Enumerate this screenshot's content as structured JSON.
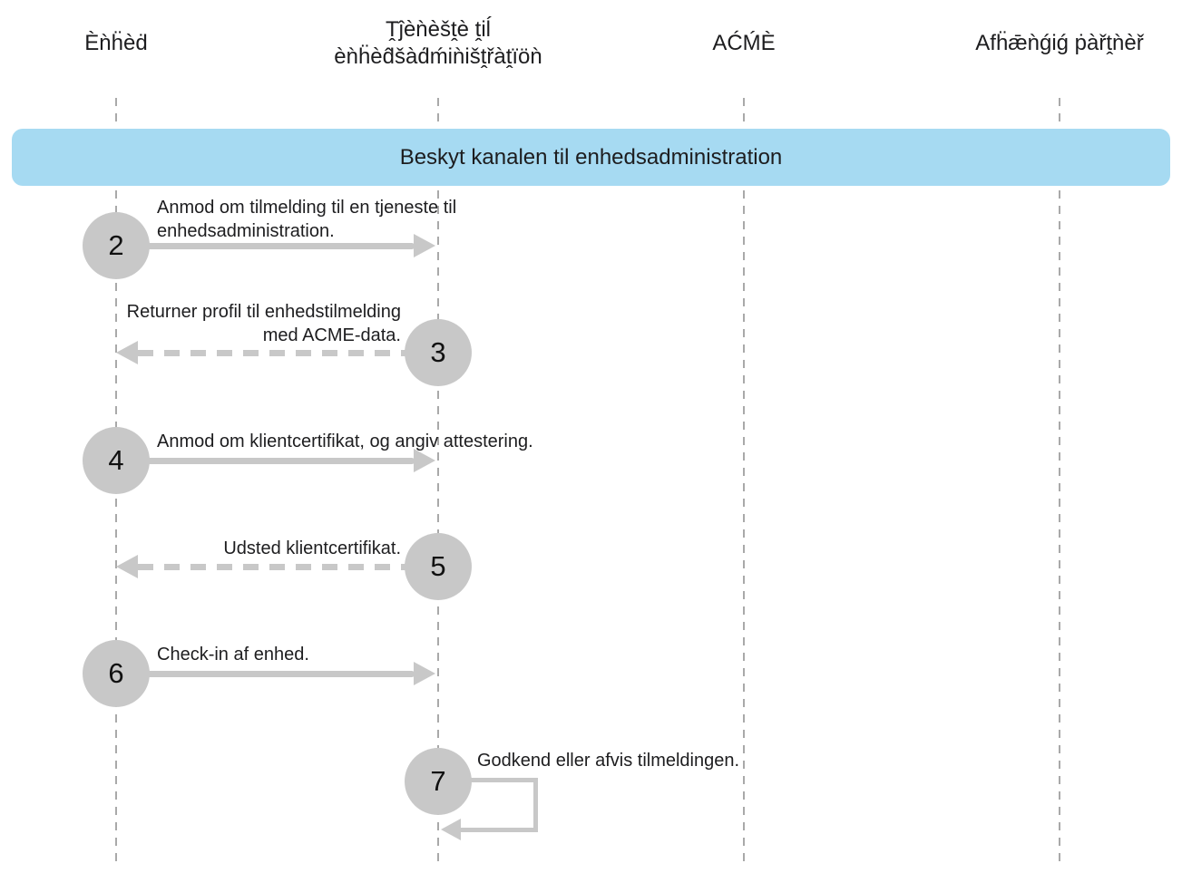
{
  "diagram": {
    "title_banner": "Beskyt kanalen til enhedsadministration",
    "actors": [
      {
        "id": "enhed",
        "lines": [
          "Èǹḧèḋ"
        ]
      },
      {
        "id": "tjeneste-til-enhedsadministration",
        "lines": [
          "Ṱĵèǹèšṱè ṱiĺ",
          "èǹḧèd̂šàd́ḿiǹišṱřàṱïöǹ"
        ]
      },
      {
        "id": "acme",
        "lines": [
          "AĆḾÈ"
        ]
      },
      {
        "id": "afhaengig-partner",
        "lines": [
          "Afḧǣǹǵiǵ ṗàřṱǹèř"
        ]
      }
    ],
    "steps": [
      {
        "number": "2",
        "from": "enhed",
        "to": "tjeneste-til-enhedsadministration",
        "style": "solid",
        "direction": "right",
        "text_lines": [
          "Anmod om tilmelding til en tjeneste til",
          "enhedsadministration."
        ]
      },
      {
        "number": "3",
        "from": "tjeneste-til-enhedsadministration",
        "to": "enhed",
        "style": "dashed",
        "direction": "left",
        "text_lines": [
          "Returner profil til enhedstilmelding",
          "med ACME-data."
        ]
      },
      {
        "number": "4",
        "from": "enhed",
        "to": "tjeneste-til-enhedsadministration",
        "style": "solid",
        "direction": "right",
        "text_lines": [
          "Anmod om klientcertifikat, og angiv attestering."
        ]
      },
      {
        "number": "5",
        "from": "tjeneste-til-enhedsadministration",
        "to": "enhed",
        "style": "dashed",
        "direction": "left",
        "text_lines": [
          "Udsted klientcertifikat."
        ]
      },
      {
        "number": "6",
        "from": "enhed",
        "to": "tjeneste-til-enhedsadministration",
        "style": "solid",
        "direction": "right",
        "text_lines": [
          "Check-in af enhed."
        ]
      },
      {
        "number": "7",
        "from": "tjeneste-til-enhedsadministration",
        "to": "tjeneste-til-enhedsadministration",
        "style": "solid",
        "direction": "self-loop",
        "text_lines": [
          "Godkend eller afvis tilmeldingen."
        ]
      }
    ],
    "colors": {
      "banner_bg": "#a6daf2",
      "shape_gray": "#c8c8c8",
      "lifeline_gray": "#a9a9a9",
      "text": "#1d1d1f"
    }
  }
}
